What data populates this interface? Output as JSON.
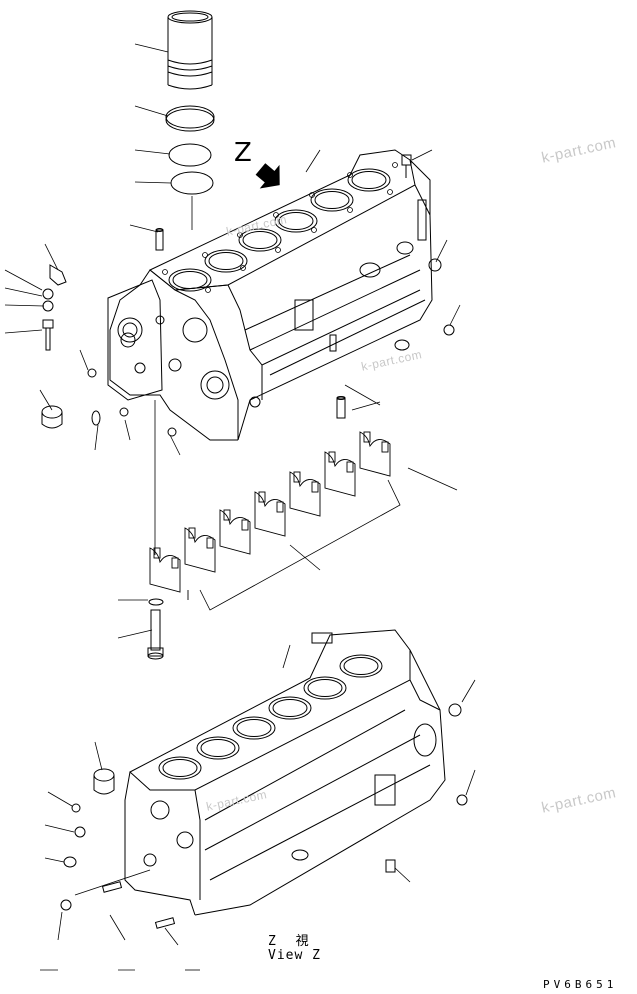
{
  "view_marker": "Z",
  "view_caption": {
    "jp": "Z 視",
    "en": "View Z"
  },
  "figure_code": "PV6B651",
  "watermarks": [
    "k-part.com",
    "k-part.com",
    "k-part.com",
    "k-part.com",
    "k-part.com"
  ],
  "colors": {
    "line": "#000000",
    "watermark": "#c8c8c8",
    "background": "#ffffff"
  }
}
